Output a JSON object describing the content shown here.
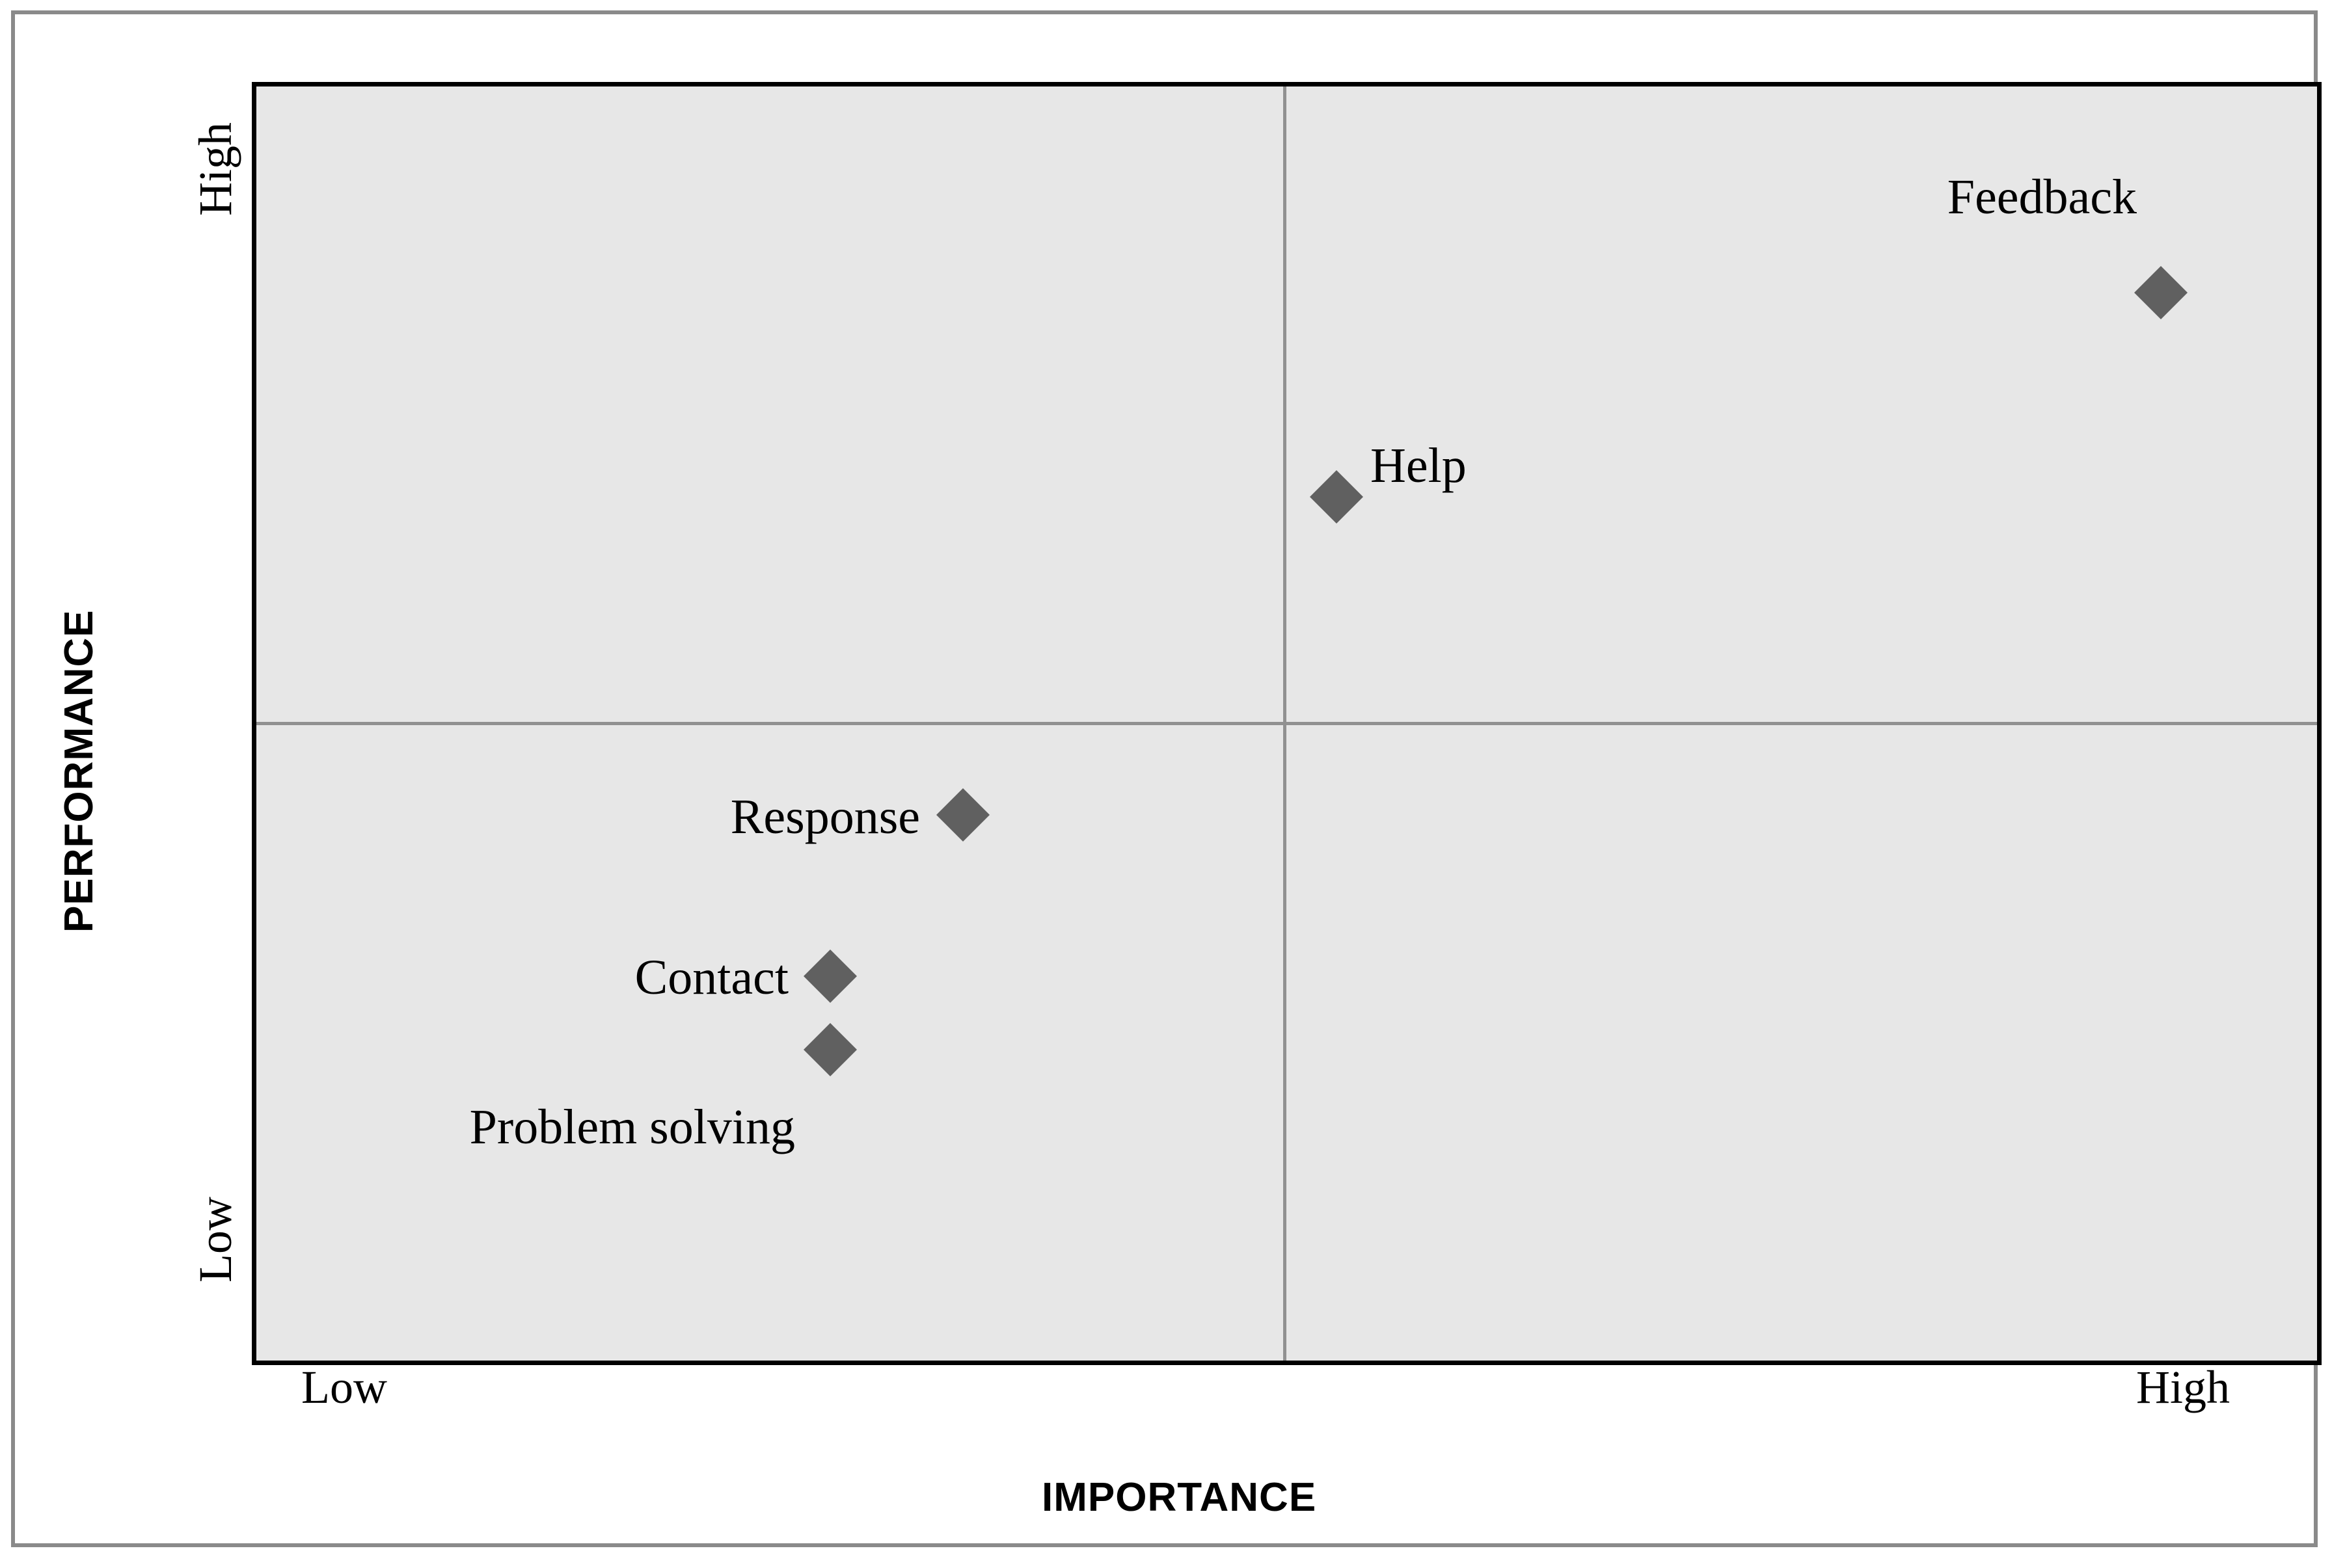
{
  "chart_data": {
    "type": "scatter",
    "title": "",
    "xlabel": "IMPORTANCE",
    "ylabel": "PERFORMANCE",
    "x_tick_labels": [
      "Low",
      "High"
    ],
    "y_tick_labels": [
      "Low",
      "High"
    ],
    "xlim": [
      0,
      100
    ],
    "ylim": [
      0,
      100
    ],
    "grid": false,
    "legend": "none",
    "quadrant_divider_x": 50,
    "quadrant_divider_y": 50,
    "marker_shape": "diamond",
    "marker_color": "#606060",
    "plot_background_color": "#e7e7e7",
    "plot_border_color": "#000000",
    "divider_color": "#919191",
    "frame_color": "#8a8a8a",
    "points": [
      {
        "label": "Feedback",
        "x": 92.5,
        "y": 83.6,
        "label_position": "above-left"
      },
      {
        "label": "Help",
        "x": 52.5,
        "y": 68.0,
        "label_position": "above-right"
      },
      {
        "label": "Response",
        "x": 34.5,
        "y": 43.2,
        "label_position": "left"
      },
      {
        "label": "Contact",
        "x": 28.1,
        "y": 30.6,
        "label_position": "left"
      },
      {
        "label": "Problem solving",
        "x": 28.1,
        "y": 24.8,
        "label_position": "below-left"
      }
    ]
  },
  "axes": {
    "x_title": "IMPORTANCE",
    "y_title": "PERFORMANCE",
    "x_low": "Low",
    "x_high": "High",
    "y_low": "Low",
    "y_high": "High"
  },
  "series_labels": {
    "feedback": "Feedback",
    "help": "Help",
    "response": "Response",
    "contact": "Contact",
    "problem_solving": "Problem solving"
  }
}
